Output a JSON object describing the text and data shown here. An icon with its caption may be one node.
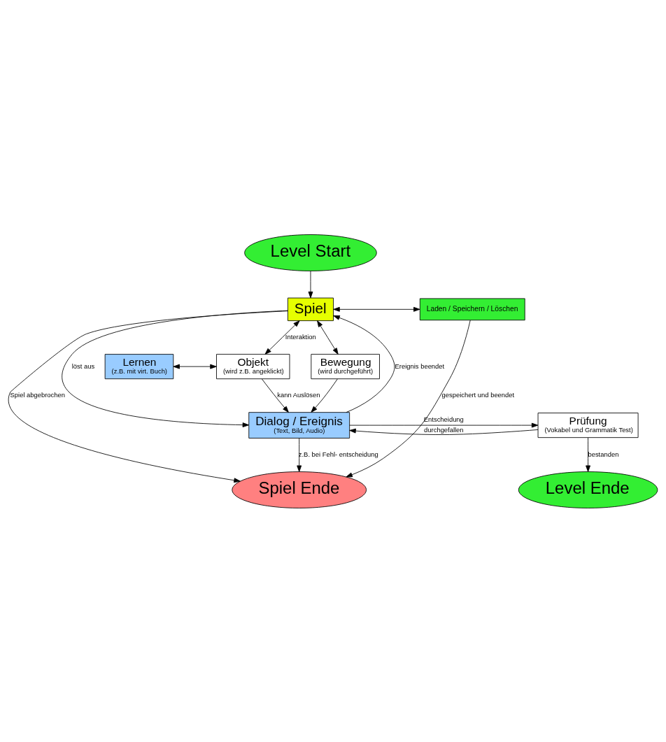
{
  "diagram": {
    "nodes": [
      {
        "text": [
          "Level Start"
        ]
      },
      {
        "text": [
          "Spiel"
        ]
      },
      {
        "text": [
          "Laden / Speichern / Löschen"
        ]
      },
      {
        "text": [
          "Lernen",
          "(z.B. mit virt. Buch)"
        ]
      },
      {
        "text": [
          "Objekt",
          "(wird z.B. angeklickt)"
        ]
      },
      {
        "text": [
          "Bewegung",
          "(wird durchgeführt)"
        ]
      },
      {
        "text": [
          "Prüfung",
          "(Vokabel und Grammatik Test)"
        ]
      },
      {
        "text": [
          "Dialog / Ereignis",
          "(Text, Bild, Audio)"
        ]
      },
      {
        "text": [
          "Level Ende"
        ]
      },
      {
        "text": [
          "Spiel Ende"
        ]
      }
    ],
    "edges": [
      {
        "from": 0,
        "to": 1,
        "arrow": "to"
      },
      {
        "from": 1,
        "to": 2,
        "arrow": "both"
      },
      {
        "from": 1,
        "to": 4,
        "arrow": "both",
        "label": "Interaktion"
      },
      {
        "from": 1,
        "to": 5,
        "arrow": "both"
      },
      {
        "from": 3,
        "to": 4,
        "arrow": "both"
      },
      {
        "from": 4,
        "to": 7,
        "arrow": "to",
        "label": "kann Auslösen"
      },
      {
        "from": 5,
        "to": 7,
        "arrow": "to"
      },
      {
        "from": 7,
        "to": 1,
        "arrow": "to",
        "label": "Ereignis beendet"
      },
      {
        "from": 1,
        "to": 7,
        "arrow": "to",
        "label": "löst aus"
      },
      {
        "from": 7,
        "to": 6,
        "arrow": "to",
        "label": "Entscheidung"
      },
      {
        "from": 6,
        "to": 7,
        "arrow": "to",
        "label": "durchgefallen"
      },
      {
        "from": 6,
        "to": 8,
        "arrow": "to",
        "label": "bestanden"
      },
      {
        "from": 7,
        "to": 9,
        "arrow": "to",
        "label": "z.B. bei Fehl- entscheidung"
      },
      {
        "from": 2,
        "to": 9,
        "arrow": "to",
        "label": "gespeichert und beendet"
      },
      {
        "from": 1,
        "to": 9,
        "arrow": "to",
        "label": "Spiel abgebrochen"
      }
    ]
  }
}
